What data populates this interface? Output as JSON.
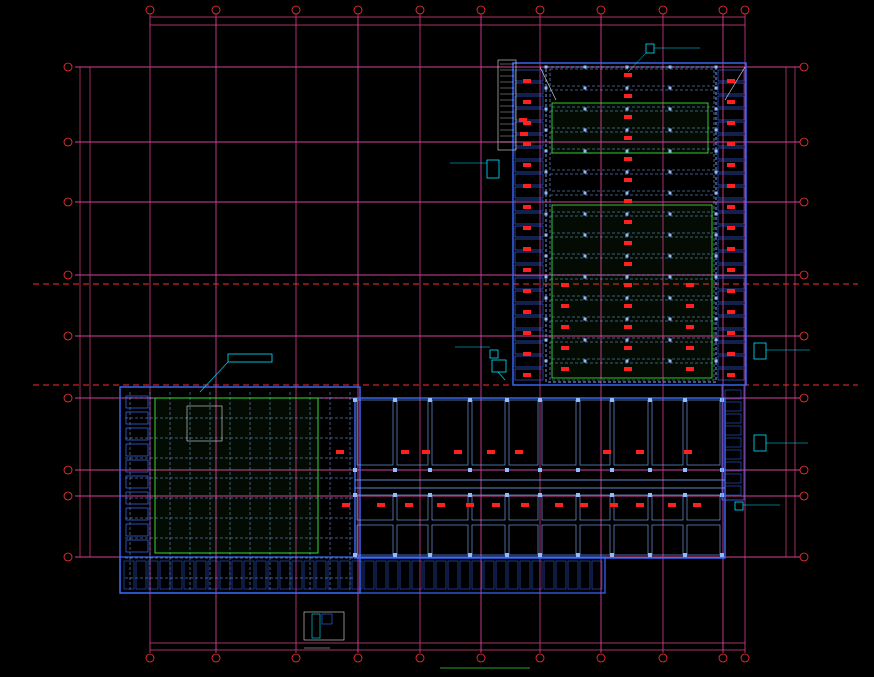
{
  "drawing": {
    "background": "#000000",
    "colors": {
      "grid_line": "#d0409a",
      "grid_line_alt": "#c03080",
      "dim_line": "#e04080",
      "bubble": "#ff3333",
      "beam_blue": "#3a6cff",
      "beam_light": "#7fb0ff",
      "cyan": "#00e5ff",
      "green": "#33dd33",
      "red_tag": "#ff2020",
      "dash_red": "#ff2a2a",
      "column": "#8fbcff",
      "white": "#e0e0e0"
    },
    "symbols": [
      "axis-bubble",
      "room-tag",
      "column",
      "leader-note",
      "north-detail"
    ]
  }
}
